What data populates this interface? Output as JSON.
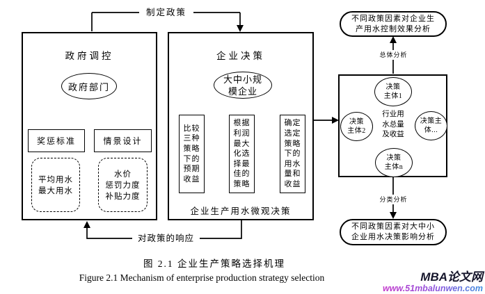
{
  "colors": {
    "line": "#000000",
    "background": "#ffffff",
    "brand_text": "#15152b",
    "url_gradient_start": "#c438cc",
    "url_gradient_end": "#3e8fe0"
  },
  "connectors": {
    "top_label": "制定政策",
    "bottom_label": "对政策的响应",
    "overall_label": "总体分析",
    "classified_label": "分类分析"
  },
  "government": {
    "title": "政府调控",
    "department": "政府部门",
    "reward_box": "奖惩标准",
    "scenario_box": "情景设计",
    "water_params": "平均用水\n最大用水",
    "policy_params": "水价\n惩罚力度\n补贴力度"
  },
  "enterprise": {
    "title": "企业决策",
    "ellipse": "大中小规\n模企业",
    "step1": "比较\n三种\n策略\n下的\n预期\n收益",
    "step2": "根据\n利润\n最大\n化选\n择最\n佳的\n策略",
    "step3": "确定\n选定\n策略\n下的\n用水\n量和\n收益",
    "footer": "企业生产用水微观决策"
  },
  "analysis": {
    "top_stadium": "不同政策因素对企业生\n产用水控制效果分析",
    "subject1": "决策\n主体1",
    "subject2": "决策\n主体2",
    "subject_dots": "决策主\n体...",
    "subjectn": "决策\n主体n",
    "industry_total": "行业用\n水总量\n及收益",
    "bottom_stadium": "不同政策因素对大中小\n企业用水决策影响分析"
  },
  "caption": {
    "zh": "图 2.1  企业生产策略选择机理",
    "en": "Figure 2.1 Mechanism of enterprise production strategy selection"
  },
  "watermark": {
    "brand": "MBA论文网",
    "url": "www.51mbalunwen.com"
  }
}
